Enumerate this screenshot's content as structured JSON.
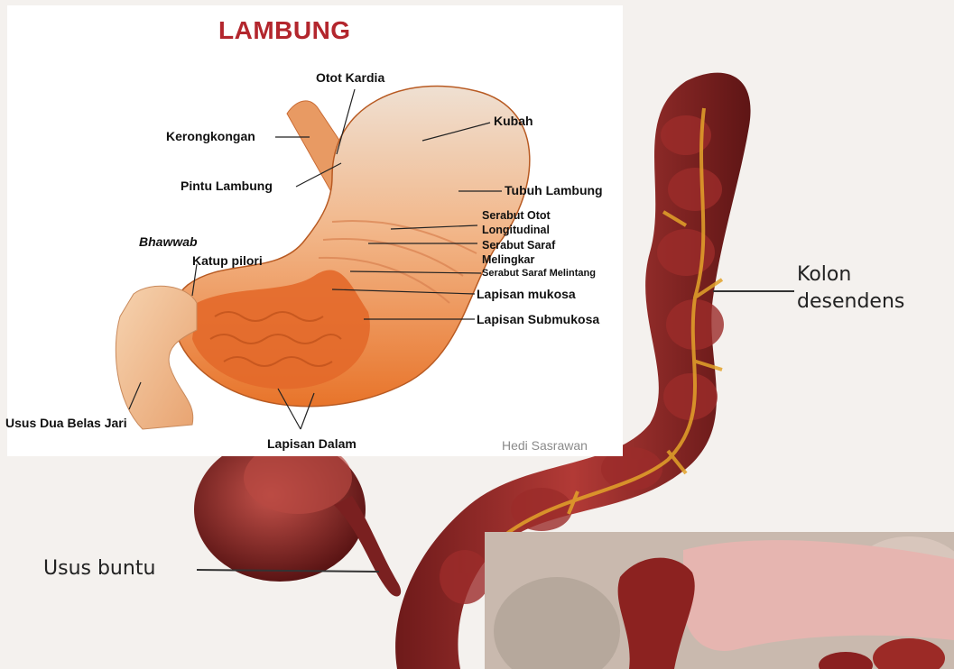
{
  "title": "LAMBUNG",
  "credit": "Hedi Sasrawan",
  "stomach_labels": {
    "otot_kardia": "Otot Kardia",
    "kerongkongan": "Kerongkongan",
    "kubah": "Kubah",
    "pintu_lambung": "Pintu Lambung",
    "tubuh_lambung": "Tubuh Lambung",
    "serabut_otot_1": "Serabut Otot",
    "serabut_otot_2": "Longitudinal",
    "bhawwab": "Bhawwab",
    "serabut_saraf_1": "Serabut Saraf",
    "serabut_saraf_2": "Melingkar",
    "katup_pilori": "Katup pilori",
    "serabut_saraf_melintang": "Serabut Saraf Melintang",
    "lapisan_mukosa": "Lapisan mukosa",
    "lapisan_submukosa": "Lapisan Submukosa",
    "usus_dua_belas_jari": "Usus Dua Belas Jari",
    "lapisan_dalam": "Lapisan Dalam"
  },
  "colon_labels": {
    "kolon_1": "Kolon",
    "kolon_2": "desendens",
    "usus_buntu": "Usus buntu"
  }
}
